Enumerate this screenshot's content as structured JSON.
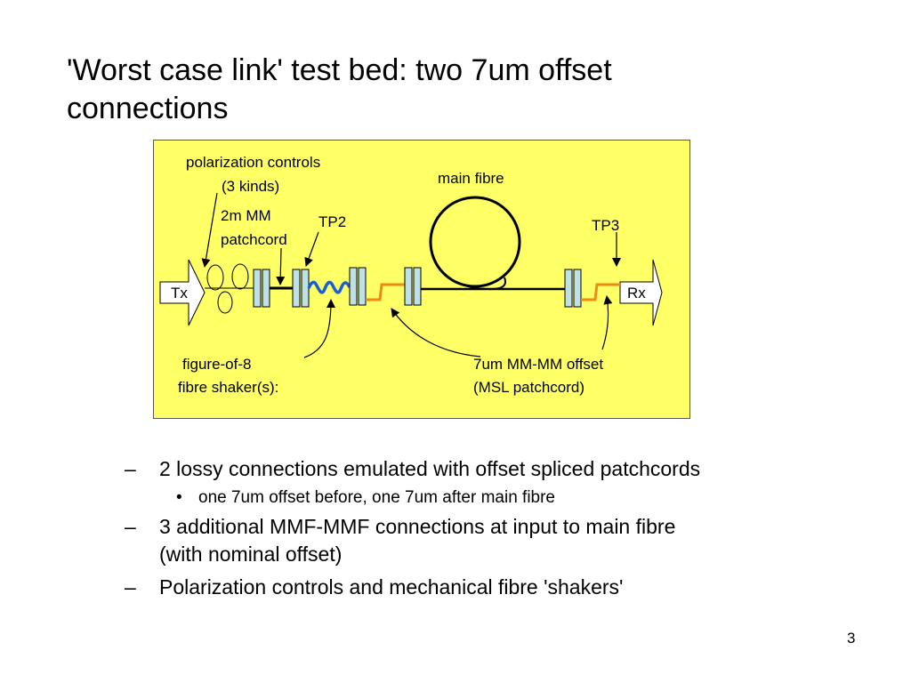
{
  "title": {
    "line1": "'Worst case link' test bed: two 7um offset",
    "line2": "connections"
  },
  "diagram": {
    "background": "#ffff66",
    "fibre_colors": {
      "black": "#000000",
      "shaker": "#1a5fd6",
      "offset": "#f08a16",
      "connector": "#bfe0e6"
    },
    "labels": {
      "polarization": "polarization controls",
      "polarization_kinds": "(3 kinds)",
      "patchcord_line1": "2m MM",
      "patchcord_line2": "patchcord",
      "tp2": "TP2",
      "main_fibre": "main fibre",
      "tp3": "TP3",
      "tx": "Tx",
      "rx": "Rx",
      "shaker_line1": "figure-of-8",
      "shaker_line2": "fibre shaker(s):",
      "offset_line1": "7um MM-MM offset",
      "offset_line2": "(MSL patchcord)"
    }
  },
  "bullets": [
    {
      "level": 1,
      "mark": "–",
      "text": "2 lossy connections emulated with offset spliced patchcords"
    },
    {
      "level": 2,
      "mark": "•",
      "text": "one 7um offset before, one 7um after main fibre"
    },
    {
      "level": 1,
      "mark": "–",
      "text": "3 additional MMF-MMF connections at input to main fibre",
      "text2": "(with nominal offset)"
    },
    {
      "level": 1,
      "mark": "–",
      "text": "Polarization controls and mechanical fibre 'shakers'"
    }
  ],
  "page_number": "3"
}
